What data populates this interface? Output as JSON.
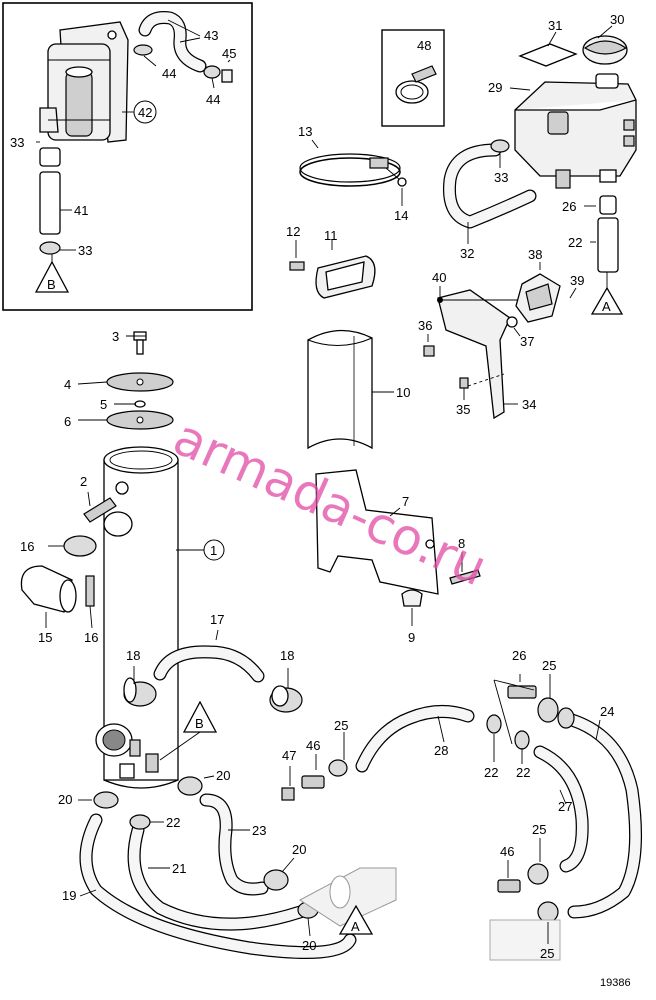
{
  "diagram": {
    "drawing_number": "19386",
    "watermark": "armada-co.ru",
    "callouts": {
      "c1": "1",
      "c2": "2",
      "c3": "3",
      "c4": "4",
      "c5": "5",
      "c6": "6",
      "c7": "7",
      "c8": "8",
      "c9": "9",
      "c10": "10",
      "c11": "11",
      "c12": "12",
      "c13": "13",
      "c14": "14",
      "c15": "15",
      "c16a": "16",
      "c16b": "16",
      "c17": "17",
      "c18a": "18",
      "c18b": "18",
      "c19": "19",
      "c20a": "20",
      "c20b": "20",
      "c20c": "20",
      "c20d": "20",
      "c21": "21",
      "c22a": "22",
      "c22b": "22",
      "c22c": "22",
      "c22d": "22",
      "c23": "23",
      "c24": "24",
      "c25a": "25",
      "c25b": "25",
      "c25c": "25",
      "c25d": "25",
      "c26a": "26",
      "c26b": "26",
      "c27": "27",
      "c28": "28",
      "c29": "29",
      "c30": "30",
      "c31": "31",
      "c32": "32",
      "c33a": "33",
      "c33b": "33",
      "c33c": "33",
      "c34": "34",
      "c35": "35",
      "c36": "36",
      "c37": "37",
      "c38": "38",
      "c39": "39",
      "c40": "40",
      "c41": "41",
      "c42": "42",
      "c43": "43",
      "c44a": "44",
      "c44b": "44",
      "c45": "45",
      "c46a": "46",
      "c46b": "46",
      "c47": "47",
      "c48": "48"
    },
    "connection_markers": {
      "b_inset": "B",
      "a_tank": "A",
      "b_cooler": "B",
      "a_exhaust": "A"
    }
  }
}
